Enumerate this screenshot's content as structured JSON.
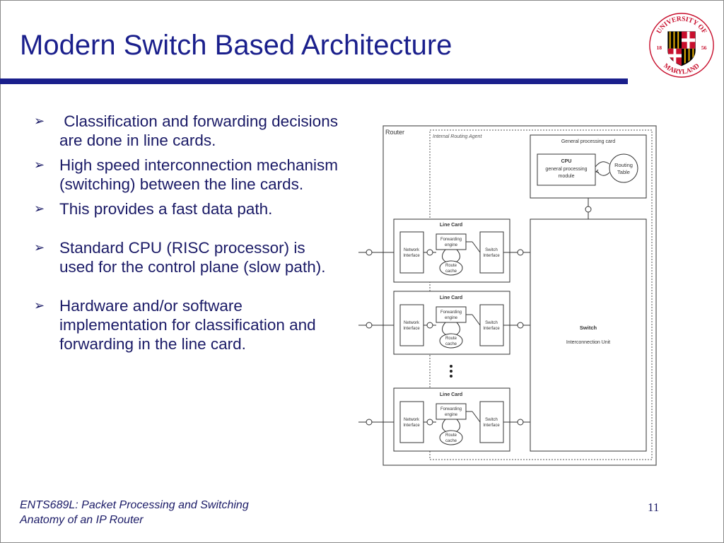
{
  "slide": {
    "title": "Modern Switch Based Architecture",
    "bullets": [
      " Classification and forwarding decisions are done in line cards.",
      "High speed interconnection mechanism (switching) between the line cards.",
      "This provides a fast data path.",
      "Standard CPU (RISC processor) is used for the control plane (slow path).",
      "Hardware and/or software implementation for classification and forwarding in the line card."
    ],
    "bullet_marker": "➢"
  },
  "logo": {
    "top_text": "UNIVERSITY OF",
    "bottom_text": "MARYLAND",
    "year_left": "18",
    "year_right": "56",
    "colors": {
      "red": "#c8102e",
      "gold": "#f2b705",
      "black": "#000000",
      "white": "#ffffff"
    }
  },
  "diagram": {
    "router_label": "Router",
    "agent_label": "Internal Routing Agent",
    "general_card": {
      "title": "General processing card",
      "cpu_line1": "CPU",
      "cpu_line2": "general processing",
      "cpu_line3": "module",
      "routing_line1": "Routing",
      "routing_line2": "Table"
    },
    "line_cards": [
      {
        "title": "Line Card",
        "net_line1": "Network",
        "net_line2": "Interface",
        "fwd_line1": "Forwarding",
        "fwd_line2": "engine",
        "cache_line1": "Route",
        "cache_line2": "cache",
        "sw_line1": "Switch",
        "sw_line2": "Interface"
      },
      {
        "title": "Line Card",
        "net_line1": "Network",
        "net_line2": "Interface",
        "fwd_line1": "Forwarding",
        "fwd_line2": "engine",
        "cache_line1": "Route",
        "cache_line2": "cache",
        "sw_line1": "Switch",
        "sw_line2": "Interface"
      },
      {
        "title": "Line Card",
        "net_line1": "Network",
        "net_line2": "Interface",
        "fwd_line1": "Forwarding",
        "fwd_line2": "engine",
        "cache_line1": "Route",
        "cache_line2": "cache",
        "sw_line1": "Switch",
        "sw_line2": "Interface"
      }
    ],
    "switch_title": "Switch",
    "switch_subtitle": "Interconnection Unit"
  },
  "footer": {
    "course": "ENTS689L: Packet Processing and Switching",
    "topic": "Anatomy of an IP Router",
    "page": "11"
  }
}
